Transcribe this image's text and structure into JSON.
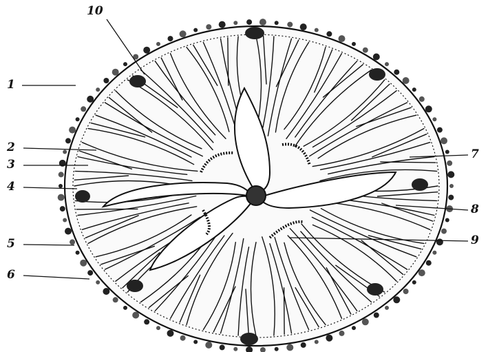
{
  "labels": {
    "l1": "1",
    "l2": "2",
    "l3": "3",
    "l4": "4",
    "l5": "5",
    "l6": "6",
    "l7": "7",
    "l8": "8",
    "l9": "9",
    "l10": "10"
  },
  "colors": {
    "ink": "#111111",
    "paper": "#ffffff",
    "canal": "#f4f4f4"
  }
}
